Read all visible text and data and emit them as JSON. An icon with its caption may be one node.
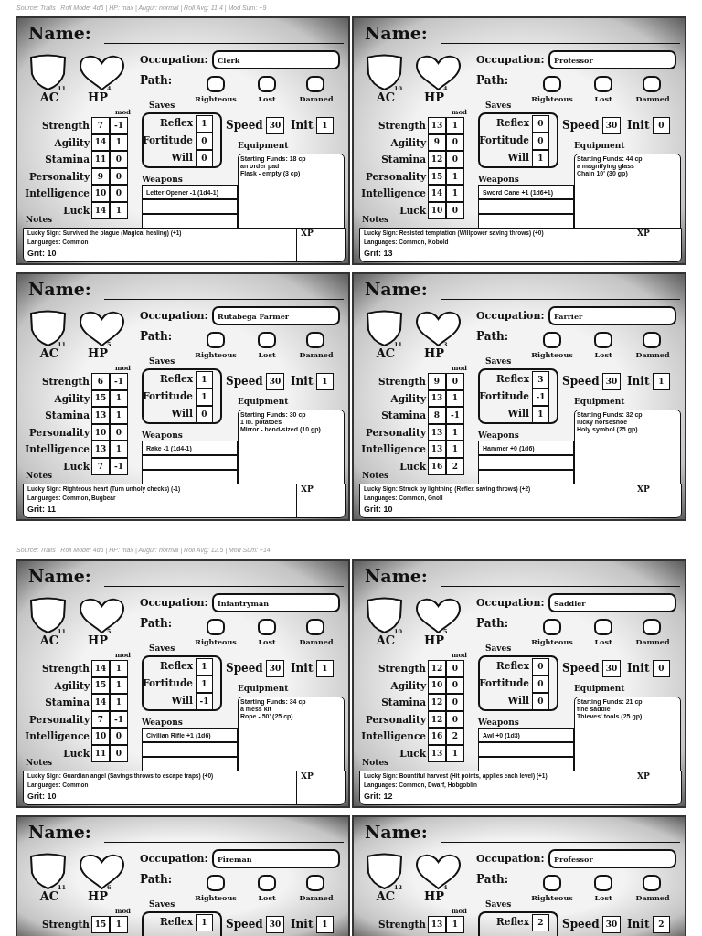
{
  "diagram": {
    "labels": [
      "Source: Trails | Roll Mode: 4d6 | HP: max | Augur: normal | Roll Avg: 11.4 | Mod Sum: +9",
      "Name:",
      "Occupation:",
      "Clerk",
      "Path:",
      "Righteous",
      "Lost",
      "Damned",
      "AC",
      "11",
      "HP",
      "4",
      "Saves",
      "mod",
      "Strength",
      "7",
      "-1",
      "Reflex",
      "1",
      "Speed",
      "30",
      "Init",
      "1",
      "Agility",
      "14",
      "1",
      "Stamina",
      "11",
      "0",
      "Personality",
      "9",
      "0",
      "Intelligence",
      "10",
      "0",
      "Luck",
      "14",
      "1",
      "Fortitude",
      "0",
      "Will",
      "0",
      "Equipment",
      "Starting Funds: 18 cp",
      "an order pad",
      "Flask - empty (3 cp)",
      "Weapons",
      "Letter Opener -1 (1d4-1)",
      "Notes",
      "Lucky Sign: Survived the plague (Magical healing) (+1)",
      "Languages: Common",
      "Grit: 10",
      "XP",
      "Name:",
      "Occupation:",
      "Professor",
      "Path:",
      "Righteous",
      "Lost",
      "Damned",
      "AC",
      "10",
      "HP",
      "4",
      "Saves",
      "mod",
      "Strength",
      "13",
      "1",
      "Reflex",
      "0",
      "Speed",
      "30",
      "Init",
      "0",
      "Agility",
      "9",
      "0",
      "Stamina",
      "12",
      "0",
      "Personality",
      "15",
      "1",
      "Intelligence",
      "14",
      "1",
      "Luck",
      "10",
      "0",
      "Fortitude",
      "0",
      "Will",
      "1",
      "Equipment",
      "Starting Funds: 44 cp",
      "a magnifying glass",
      "Chain 10' (30 gp)",
      "Weapons",
      "Sword Cane +1 (1d6+1)",
      "Notes",
      "Lucky Sign: Resisted temptation (Willpower saving throws) (+0)",
      "Languages: Common, Kobold",
      "Grit: 13",
      "XP",
      "Name:",
      "Occupation:",
      "Rutabega Farmer",
      "Path:",
      "Righteous",
      "Lost",
      "Damned",
      "AC",
      "11",
      "HP",
      "5",
      "Saves",
      "mod",
      "Strength",
      "6",
      "-1",
      "Reflex",
      "1",
      "Speed",
      "30",
      "Init",
      "1",
      "Agility",
      "15",
      "1",
      "Stamina",
      "13",
      "1",
      "Personality",
      "10",
      "0",
      "Intelligence",
      "13",
      "1",
      "Luck",
      "7",
      "-1",
      "Fortitude",
      "1",
      "Will",
      "0",
      "Equipment",
      "Starting Funds: 30 cp",
      "1 lb. potatoes",
      "Mirror - hand-sized (10 gp)",
      "Weapons",
      "Rake -1 (1d4-1)",
      "Notes",
      "Lucky Sign: Righteous heart (Turn unholy checks) (-1)",
      "Languages: Common, Bugbear",
      "Grit: 11",
      "XP",
      "Name:",
      "Occupation:",
      "Farrier",
      "Path:",
      "Righteous",
      "Lost",
      "Damned",
      "AC",
      "11",
      "HP",
      "3",
      "Saves",
      "mod",
      "Strength",
      "9",
      "0",
      "Reflex",
      "3",
      "Speed",
      "30",
      "Init",
      "1",
      "Agility",
      "13",
      "1",
      "Stamina",
      "8",
      "-1",
      "Personality",
      "13",
      "1",
      "Intelligence",
      "13",
      "1",
      "Luck",
      "16",
      "2",
      "Fortitude",
      "-1",
      "Will",
      "1",
      "Equipment",
      "Starting Funds: 32 cp",
      "lucky horseshoe",
      "Holy symbol (25 gp)",
      "Weapons",
      "Hammer +0 (1d6)",
      "Notes",
      "Lucky Sign: Struck by lightning (Reflex saving throws) (+2)",
      "Languages: Common, Gnoll",
      "Grit: 10",
      "XP",
      "Source: Trails | Roll Mode: 4d6 | HP: max | Augur: normal | Roll Avg: 12.5 | Mod Sum: +14",
      "Name:",
      "Occupation:",
      "Infantryman",
      "Path:",
      "Righteous",
      "Lost",
      "Damned",
      "AC",
      "11",
      "HP",
      "5",
      "Saves",
      "mod",
      "Strength",
      "14",
      "1",
      "Reflex",
      "1",
      "Speed",
      "30",
      "Init",
      "1",
      "Agility",
      "15",
      "1",
      "Stamina",
      "14",
      "1",
      "Personality",
      "7",
      "-1",
      "Intelligence",
      "10",
      "0",
      "Luck",
      "11",
      "0",
      "Fortitude",
      "1",
      "Will",
      "-1",
      "Equipment",
      "Starting Funds: 34 cp",
      "a mess kit",
      "Rope - 50' (25 cp)",
      "Weapons",
      "Civilian Rifle +1 (1d6)",
      "Notes",
      "Lucky Sign: Guardian angel (Savings throws to escape traps) (+0)",
      "Languages: Common",
      "Grit: 10",
      "XP",
      "Name:",
      "Occupation:",
      "Saddler",
      "Path:",
      "Righteous",
      "Lost",
      "Damned",
      "AC",
      "10",
      "HP",
      "5",
      "Saves",
      "mod",
      "Strength",
      "12",
      "0",
      "Reflex",
      "0",
      "Speed",
      "30",
      "Init",
      "0",
      "Agility",
      "10",
      "0",
      "Stamina",
      "12",
      "0",
      "Personality",
      "12",
      "0",
      "Intelligence",
      "16",
      "2",
      "Luck",
      "13",
      "1",
      "Fortitude",
      "0",
      "Will",
      "0",
      "Equipment",
      "Starting Funds: 21 cp",
      "fine saddle",
      "Thieves' tools (25 gp)",
      "Weapons",
      "Awl +0 (1d3)",
      "Notes",
      "Lucky Sign: Bountiful harvest (Hit points, applies each level) (+1)",
      "Languages: Common, Dwarf, Hobgoblin",
      "Grit: 12",
      "XP",
      "Name:",
      "Occupation:",
      "Fireman",
      "Path:",
      "Righteous",
      "Lost",
      "Damned",
      "AC",
      "11",
      "HP",
      "6",
      "Saves",
      "mod",
      "Strength",
      "15",
      "1",
      "Reflex",
      "1",
      "Speed",
      "30",
      "Init",
      "1",
      "Name:",
      "Occupation:",
      "Professor",
      "Path:",
      "Righteous",
      "Lost",
      "Damned",
      "AC",
      "12",
      "HP",
      "4",
      "Saves",
      "mod",
      "Strength",
      "13",
      "1",
      "Reflex",
      "2",
      "Speed",
      "30",
      "Init",
      "2"
    ]
  }
}
